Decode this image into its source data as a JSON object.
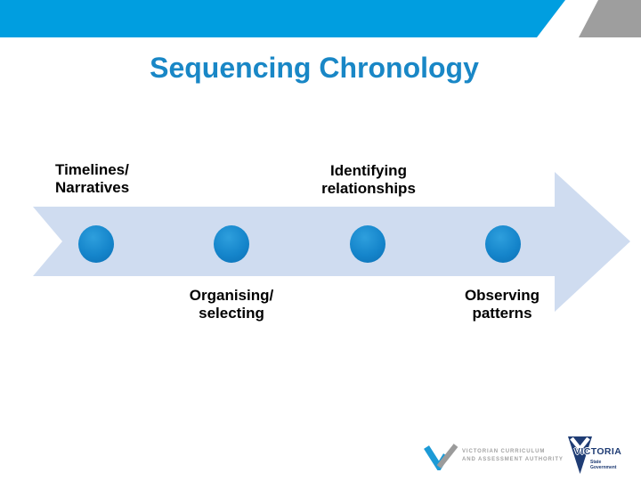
{
  "slide": {
    "title": "Sequencing Chronology"
  },
  "process": {
    "milestone_count": 4,
    "labels": {
      "timelines": {
        "line1": "Timelines/",
        "line2": "Narratives"
      },
      "identifying": {
        "line1": "Identifying",
        "line2": "relationships"
      },
      "organising": {
        "line1": "Organising/",
        "line2": "selecting"
      },
      "observing": {
        "line1": "Observing",
        "line2": "patterns"
      }
    }
  },
  "footer": {
    "vcaa": {
      "line1": "VICTORIAN CURRICULUM",
      "line2": "AND ASSESSMENT AUTHORITY"
    },
    "victoria": {
      "name": "VICTORIA",
      "sub_line1": "State",
      "sub_line2": "Government"
    }
  },
  "colors": {
    "header_blue": "#009EE0",
    "corner_gray": "#9E9E9E",
    "title_blue": "#1987C6",
    "arrow_fill": "#CFDCF0",
    "dot_blue": "#1585CB",
    "label_black": "#000000",
    "vcaa_gray": "#A3A3A3",
    "vcaa_mark_blue": "#1C9AD6",
    "victoria_navy": "#1F3C74"
  }
}
